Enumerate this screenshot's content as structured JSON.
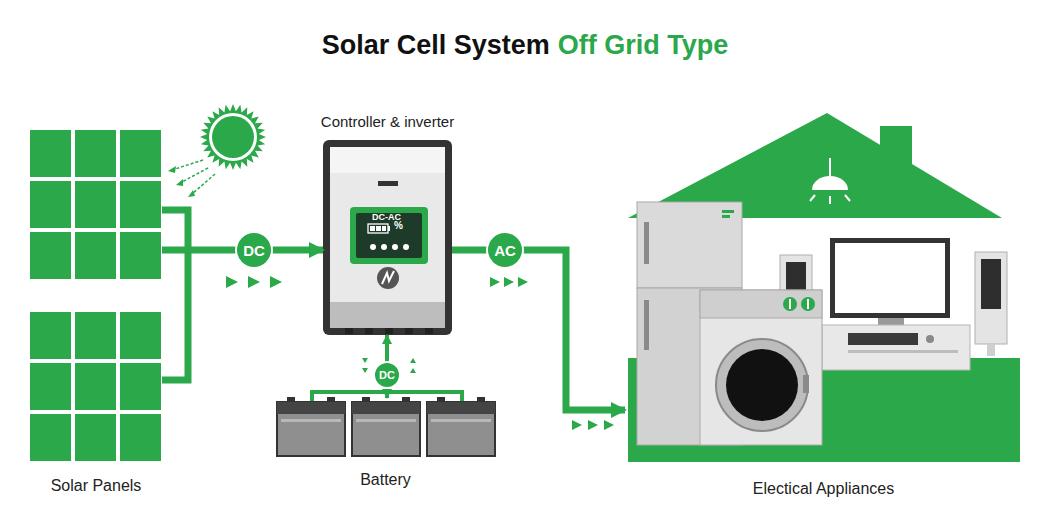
{
  "diagram": {
    "title": "Solar Cell System",
    "nodes": [
      {
        "text": [
          "Solar Panels"
        ]
      },
      {
        "text": [
          "Controller & inverter"
        ]
      },
      {
        "text": [
          "Battery"
        ]
      },
      {
        "text": [
          "Electical Appliances"
        ]
      }
    ],
    "edges": [
      {
        "from": 0,
        "to": 1,
        "arrow": "to",
        "label": "DC"
      },
      {
        "from": 1,
        "to": 3,
        "arrow": "to",
        "label": "AC"
      },
      {
        "from": 2,
        "to": 1,
        "arrow": "both",
        "label": "DC"
      }
    ],
    "labels": [
      "Off Grid Type",
      "DC-AC",
      "%"
    ]
  }
}
